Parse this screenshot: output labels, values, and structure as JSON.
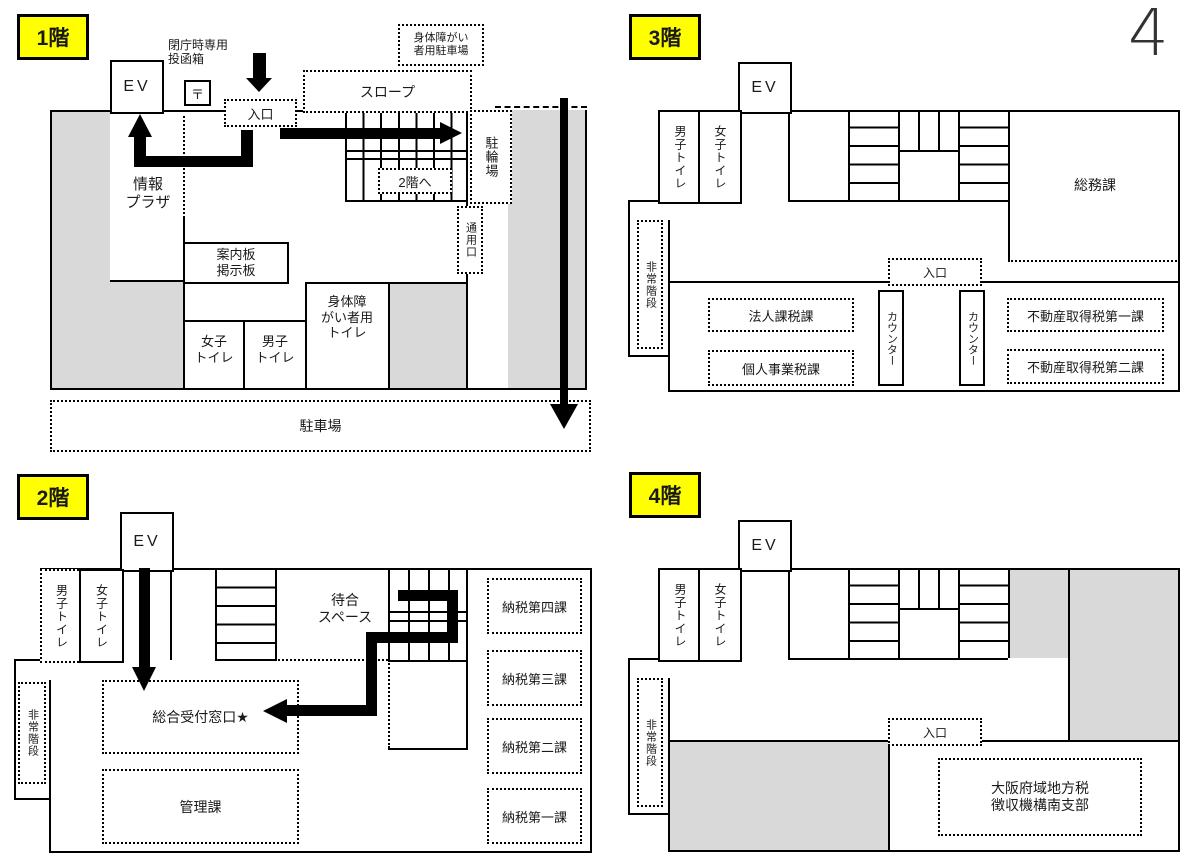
{
  "page_number": "4",
  "floors": {
    "f1": {
      "badge": "1階",
      "ev": "EV",
      "mailbox_note": "閉庁時専用\n投函箱",
      "postal_mark": "〒",
      "entrance": "入口",
      "slope": "スロープ",
      "accessible_parking": "身体障がい\n者用駐車場",
      "bicycle_parking": "駐輪場",
      "to_2nd_floor": "2階へ",
      "service_entrance": "通用口",
      "info_plaza": "情報\nプラザ",
      "guide_board": "案内板\n掲示板",
      "womens_toilet": "女子\nトイレ",
      "mens_toilet": "男子\nトイレ",
      "accessible_toilet": "身体障\nがい者用\nトイレ",
      "parking": "駐車場"
    },
    "f2": {
      "badge": "2階",
      "ev": "EV",
      "mens_toilet": "男子トイレ",
      "womens_toilet": "女子トイレ",
      "waiting_space": "待合\nスペース",
      "emergency_stairs": "非常階段",
      "general_reception": "総合受付窓口★",
      "management_division": "管理課",
      "tax_payment_4": "納税第四課",
      "tax_payment_3": "納税第三課",
      "tax_payment_2": "納税第二課",
      "tax_payment_1": "納税第一課"
    },
    "f3": {
      "badge": "3階",
      "ev": "EV",
      "mens_toilet": "男子トイレ",
      "womens_toilet": "女子トイレ",
      "general_affairs": "総務課",
      "emergency_stairs": "非常階段",
      "entrance": "入口",
      "counter": "カウンター",
      "corporate_tax": "法人課税課",
      "individual_business_tax": "個人事業税課",
      "real_estate_tax_1": "不動産取得税第一課",
      "real_estate_tax_2": "不動産取得税第二課"
    },
    "f4": {
      "badge": "4階",
      "ev": "EV",
      "mens_toilet": "男子トイレ",
      "womens_toilet": "女子トイレ",
      "emergency_stairs": "非常階段",
      "entrance": "入口",
      "tax_collection_branch": "大阪府域地方税\n徴収機構南支部"
    }
  }
}
